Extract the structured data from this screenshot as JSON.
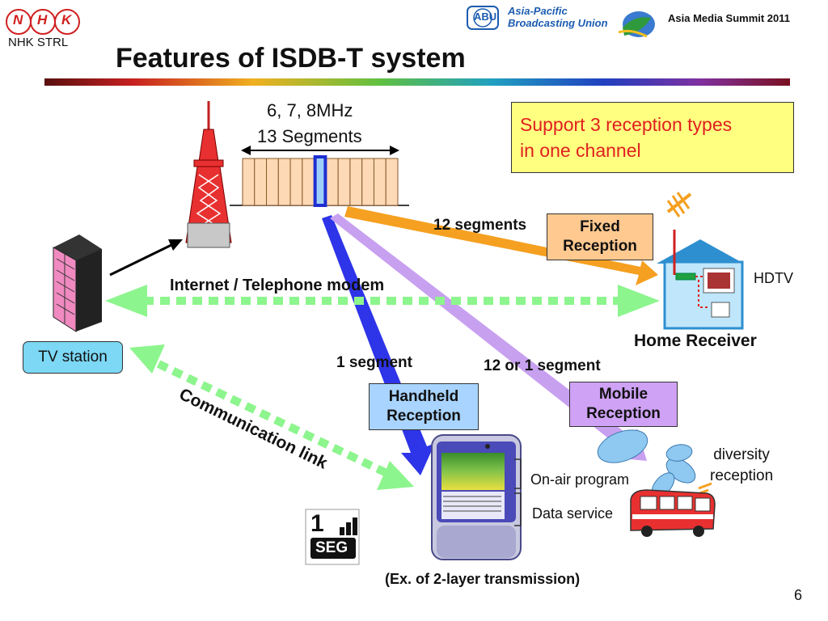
{
  "header": {
    "logo_letters": [
      "N",
      "H",
      "K"
    ],
    "org_label": "NHK STRL",
    "abu_logo": "ABU",
    "abu_name": "Asia-Pacific\nBroadcasting Union",
    "event": "Asia Media Summit 2011",
    "title": "Features of ISDB-T system"
  },
  "colors": {
    "orange_path": "#F5A020",
    "blue_path": "#2E34E8",
    "violet_path": "#C8A0F0",
    "green_link": "#8DF58D",
    "yellow_note": "#FFFF80",
    "fixed_box": "#FFC990",
    "handheld_box": "#A8D4FF",
    "mobile_box": "#CFA2F5",
    "tv_station_box": "#7CD8F5"
  },
  "band": {
    "freq": "6, 7, 8MHz",
    "segments_label": "13 Segments",
    "segment_count": 13,
    "highlighted_segment": 7
  },
  "note": "Support 3 reception types\n in one channel",
  "paths": {
    "fixed_segments": "12 segments",
    "handheld_segments": "1 segment",
    "mobile_segments": "12 or 1 segment",
    "internet": "Internet / Telephone modem",
    "comm_link": "Communication link"
  },
  "boxes": {
    "fixed": "Fixed\nReception",
    "handheld": "Handheld\nReception",
    "mobile": "Mobile\nReception",
    "tv_station": "TV station"
  },
  "labels": {
    "hdtv": "HDTV",
    "home_receiver": "Home Receiver",
    "diversity": "diversity\nreception",
    "on_air": "On-air program",
    "data_service": "Data service",
    "example": "(Ex. of 2-layer transmission)",
    "oneseg_top": "1",
    "oneseg_bottom": "SEG"
  },
  "page_number": "6"
}
